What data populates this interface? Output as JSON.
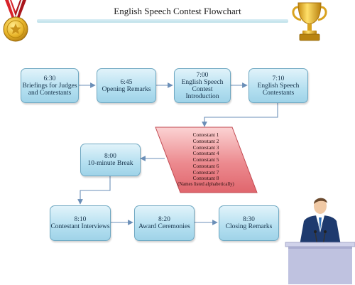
{
  "title": "English Speech Contest Flowchart",
  "steps": [
    {
      "time": "6:30",
      "line1": "Briefings for Judges",
      "line2": "and Contestants"
    },
    {
      "time": "6:45",
      "line1": "Opening Remarks",
      "line2": ""
    },
    {
      "time": "7:00",
      "line1": "English Speech",
      "line2": "Contest Introduction"
    },
    {
      "time": "7:10",
      "line1": "English Speech",
      "line2": "Contestants"
    },
    {
      "time": "8:00",
      "line1": "10-minute Break",
      "line2": ""
    },
    {
      "time": "8:10",
      "line1": "Contestant Interviews",
      "line2": ""
    },
    {
      "time": "8:20",
      "line1": "Award Ceremonies",
      "line2": ""
    },
    {
      "time": "8:30",
      "line1": "Closing Remarks",
      "line2": ""
    }
  ],
  "contestants": {
    "names": [
      "Contestant 1",
      "Contestant 2",
      "Contestant 3",
      "Contestant 4",
      "Contestant 5",
      "Contestant 6",
      "Contestant 7",
      "Contestant 8"
    ],
    "note": "(Names listed alphabetically)"
  },
  "colors": {
    "box_fill": "#b4dff0",
    "box_border": "#6fa8c2",
    "parallelogram_fill": "#e8737a",
    "arrow": "#6b8fb8"
  },
  "icons": [
    "medal-icon",
    "trophy-icon",
    "speaker-at-podium-illustration"
  ]
}
